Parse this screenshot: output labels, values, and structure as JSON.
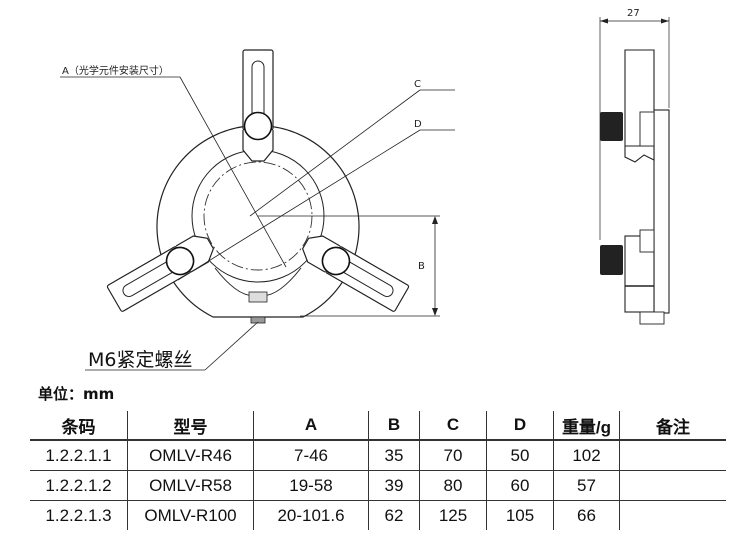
{
  "drawing": {
    "label_a": "A（光学元件安装尺寸）",
    "label_c": "C",
    "label_d": "D",
    "label_b": "B",
    "label_screw": "M6紧定螺丝",
    "side_width": "27"
  },
  "unit_label": "单位：mm",
  "table": {
    "headers": [
      "条码",
      "型号",
      "A",
      "B",
      "C",
      "D",
      "重量/g",
      "备注"
    ],
    "rows": [
      [
        "1.2.2.1.1",
        "OMLV-R46",
        "7-46",
        "35",
        "70",
        "50",
        "102",
        ""
      ],
      [
        "1.2.2.1.2",
        "OMLV-R58",
        "19-58",
        "39",
        "80",
        "60",
        "57",
        ""
      ],
      [
        "1.2.2.1.3",
        "OMLV-R100",
        "20-101.6",
        "62",
        "125",
        "105",
        "66",
        ""
      ]
    ]
  }
}
